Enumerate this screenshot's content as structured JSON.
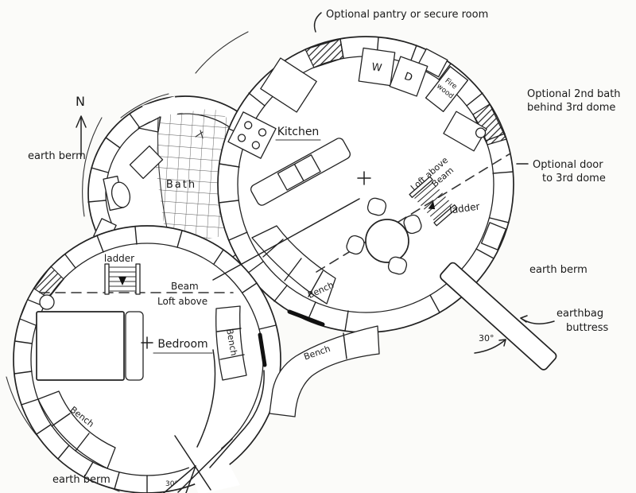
{
  "annotations": {
    "pantry_note": "Optional pantry or secure room",
    "second_bath_note_1": "Optional 2nd bath",
    "second_bath_note_2": "behind 3rd dome",
    "door_note_1": "Optional door",
    "door_note_2": "to 3rd dome",
    "earth_berm_left": "earth berm",
    "earth_berm_right": "earth berm",
    "earth_berm_bottom": "earth berm",
    "buttress_note_1": "earthbag",
    "buttress_note_2": "buttress",
    "north": "N",
    "buttress_angle": "30°",
    "entry_angle": "30°"
  },
  "rooms": {
    "kitchen": "Kitchen",
    "bath": "Bath",
    "bedroom": "Bedroom"
  },
  "kitchen_loft": {
    "loft": "Loft above",
    "beam": "Beam",
    "ladder": "ladder"
  },
  "bedroom_loft": {
    "loft": "Loft above",
    "beam": "Beam",
    "ladder": "ladder"
  },
  "appliances": {
    "washer": "W",
    "dryer": "D",
    "firewood_1": "Fire",
    "firewood_2": "wood"
  },
  "benches": {
    "kitchen_bench": "Bench",
    "center_bench": "Bench",
    "bedroom_side_bench": "Bench",
    "bedroom_bottom_bench": "Bench"
  }
}
